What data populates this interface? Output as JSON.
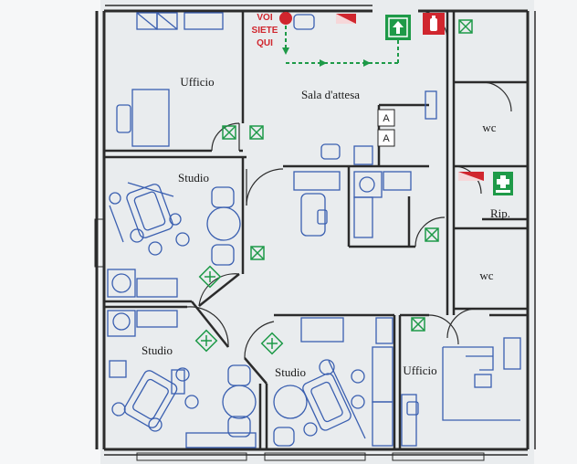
{
  "plan": {
    "you_are_here": {
      "line1": "VOI",
      "line2": "SIETE",
      "line3": "QUI"
    },
    "rooms": {
      "ufficio_top": "Ufficio",
      "sala_attesa": "Sala d'attesa",
      "wc_top": "wc",
      "rip": "Rip.",
      "wc_mid": "wc",
      "studio_left": "Studio",
      "studio_bottom_left": "Studio",
      "studio_bottom_mid": "Studio",
      "ufficio_bottom": "Ufficio"
    },
    "elevator_buttons": {
      "top": "A",
      "bottom": "A"
    },
    "colors": {
      "walls": "#2b2b2b",
      "furniture": "#3a5fb0",
      "safety_green": "#1e9a48",
      "fire_red": "#d0262e",
      "background": "#e9ecee"
    },
    "icons": {
      "exit_sign": "running-man-exit-icon",
      "fire_extinguisher": "fire-extinguisher-icon",
      "first_aid": "first-aid-kit-icon",
      "emergency_light": "emergency-light-icon",
      "escape_route": "escape-route-arrow-icon"
    }
  }
}
